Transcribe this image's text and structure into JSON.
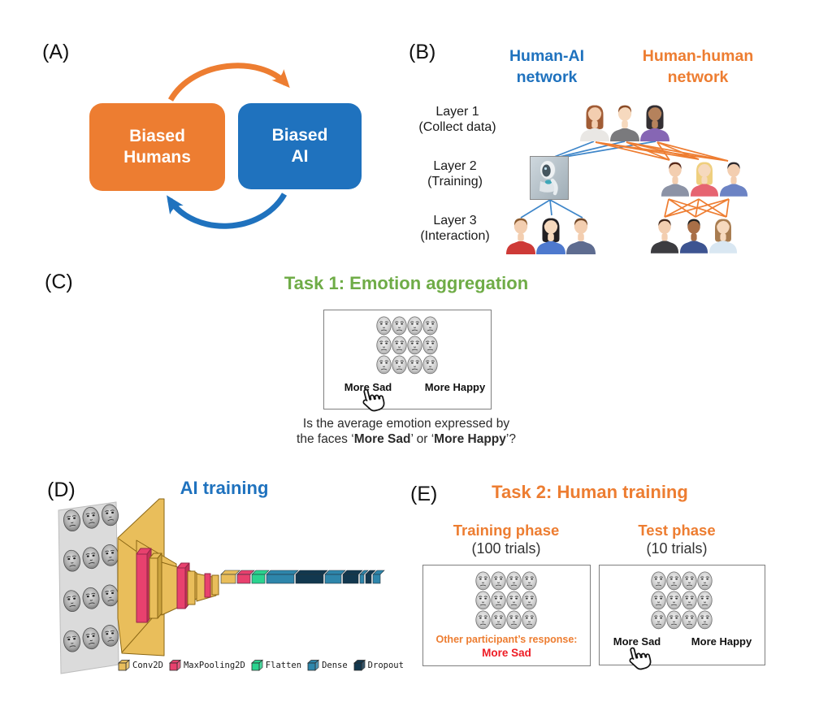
{
  "colors": {
    "orange": "#ED7D31",
    "blue": "#1F72BE",
    "green": "#6FAC47",
    "red": "#EE1C25",
    "line_blue": "#3E86C9",
    "line_orange": "#EE7D31",
    "border_gray": "#7F7F7F",
    "conv_yellow": "#E9BE5B",
    "pool_crimson": "#E8416E",
    "flatten_green": "#2BD38F",
    "dense_teal": "#2E86AB",
    "dropout_navy": "#12384F"
  },
  "panelA": {
    "label": "(A)",
    "human_box": "Biased Humans",
    "ai_box": "Biased AI"
  },
  "panelB": {
    "label": "(B)",
    "human_ai_title": "Human-AI network",
    "human_human_title": "Human-human network",
    "layers": [
      {
        "name": "Layer 1",
        "sub": "(Collect data)"
      },
      {
        "name": "Layer 2",
        "sub": "(Training)"
      },
      {
        "name": "Layer 3",
        "sub": "(Interaction)"
      }
    ],
    "robot_icon": "robot-photo",
    "people": {
      "top": [
        {
          "hair": "#A15C35",
          "skin": "#F3CEB0",
          "shirt": "#E9E7E4",
          "long": true
        },
        {
          "hair": "#8A4B26",
          "skin": "#F6D9BE",
          "shirt": "#7A7A7D",
          "long": false
        },
        {
          "hair": "#332F33",
          "skin": "#B5825C",
          "shirt": "#8666B4",
          "long": true
        }
      ],
      "hh_train": [
        {
          "hair": "#57291A",
          "skin": "#F3CEB0",
          "shirt": "#8C93A6",
          "long": false
        },
        {
          "hair": "#EFCF7E",
          "skin": "#F6D9BE",
          "shirt": "#E66471",
          "long": true
        },
        {
          "hair": "#2E2A2E",
          "skin": "#F3CEB0",
          "shirt": "#6C83C4",
          "long": false
        }
      ],
      "ai_interact": [
        {
          "hair": "#8A5A2E",
          "skin": "#F3CEB0",
          "shirt": "#CE3A37",
          "long": false
        },
        {
          "hair": "#221F22",
          "skin": "#F6D9BE",
          "shirt": "#4E79CE",
          "long": true
        },
        {
          "hair": "#6E4526",
          "skin": "#F3CEB0",
          "shirt": "#5E6C90",
          "long": false
        }
      ],
      "hh_interact": [
        {
          "hair": "#45291C",
          "skin": "#F3CEB0",
          "shirt": "#3C3C40",
          "long": false
        },
        {
          "hair": "#222222",
          "skin": "#A96F47",
          "shirt": "#3D5491",
          "long": false
        },
        {
          "hair": "#A87C50",
          "skin": "#F6D9BE",
          "shirt": "#D9E7F2",
          "long": true
        }
      ]
    }
  },
  "panelC": {
    "label": "(C)",
    "title": "Task 1: Emotion aggregation",
    "faces_grid": {
      "rows": 3,
      "cols": 4
    },
    "options": {
      "sad": "More Sad",
      "happy": "More Happy"
    },
    "caption": {
      "line1": "Is the average emotion expressed by",
      "line2_pre": "the faces ‘",
      "bold1": "More Sad",
      "mid": "’ or ‘",
      "bold2": "More Happy",
      "post": "’?"
    }
  },
  "panelD": {
    "label": "(D)",
    "title": "AI training",
    "input_grid": {
      "rows": 4,
      "cols": 3
    },
    "legend": [
      {
        "type": "Conv2D"
      },
      {
        "type": "MaxPooling2D"
      },
      {
        "type": "Flatten"
      },
      {
        "type": "Dense"
      },
      {
        "type": "Dropout"
      }
    ],
    "bar_segments": [
      {
        "type": "Conv2D",
        "w": 18
      },
      {
        "type": "MaxPooling2D",
        "w": 16
      },
      {
        "type": "Flatten",
        "w": 16
      },
      {
        "type": "Dense",
        "w": 34
      },
      {
        "type": "Dropout",
        "w": 34
      },
      {
        "type": "Dense",
        "w": 20
      },
      {
        "type": "Dropout",
        "w": 19
      },
      {
        "type": "Dense",
        "w": 5
      },
      {
        "type": "Dropout",
        "w": 7
      },
      {
        "type": "Dense",
        "w": 9
      }
    ]
  },
  "panelE": {
    "label": "(E)",
    "title": "Task 2: Human training",
    "training": {
      "title": "Training phase",
      "trials": "(100 trials)",
      "response_label": "Other participant’s response:",
      "response": "More Sad"
    },
    "test": {
      "title": "Test phase",
      "trials": "(10 trials)",
      "options": {
        "sad": "More Sad",
        "happy": "More Happy"
      }
    },
    "faces_grid": {
      "rows": 3,
      "cols": 4
    }
  }
}
